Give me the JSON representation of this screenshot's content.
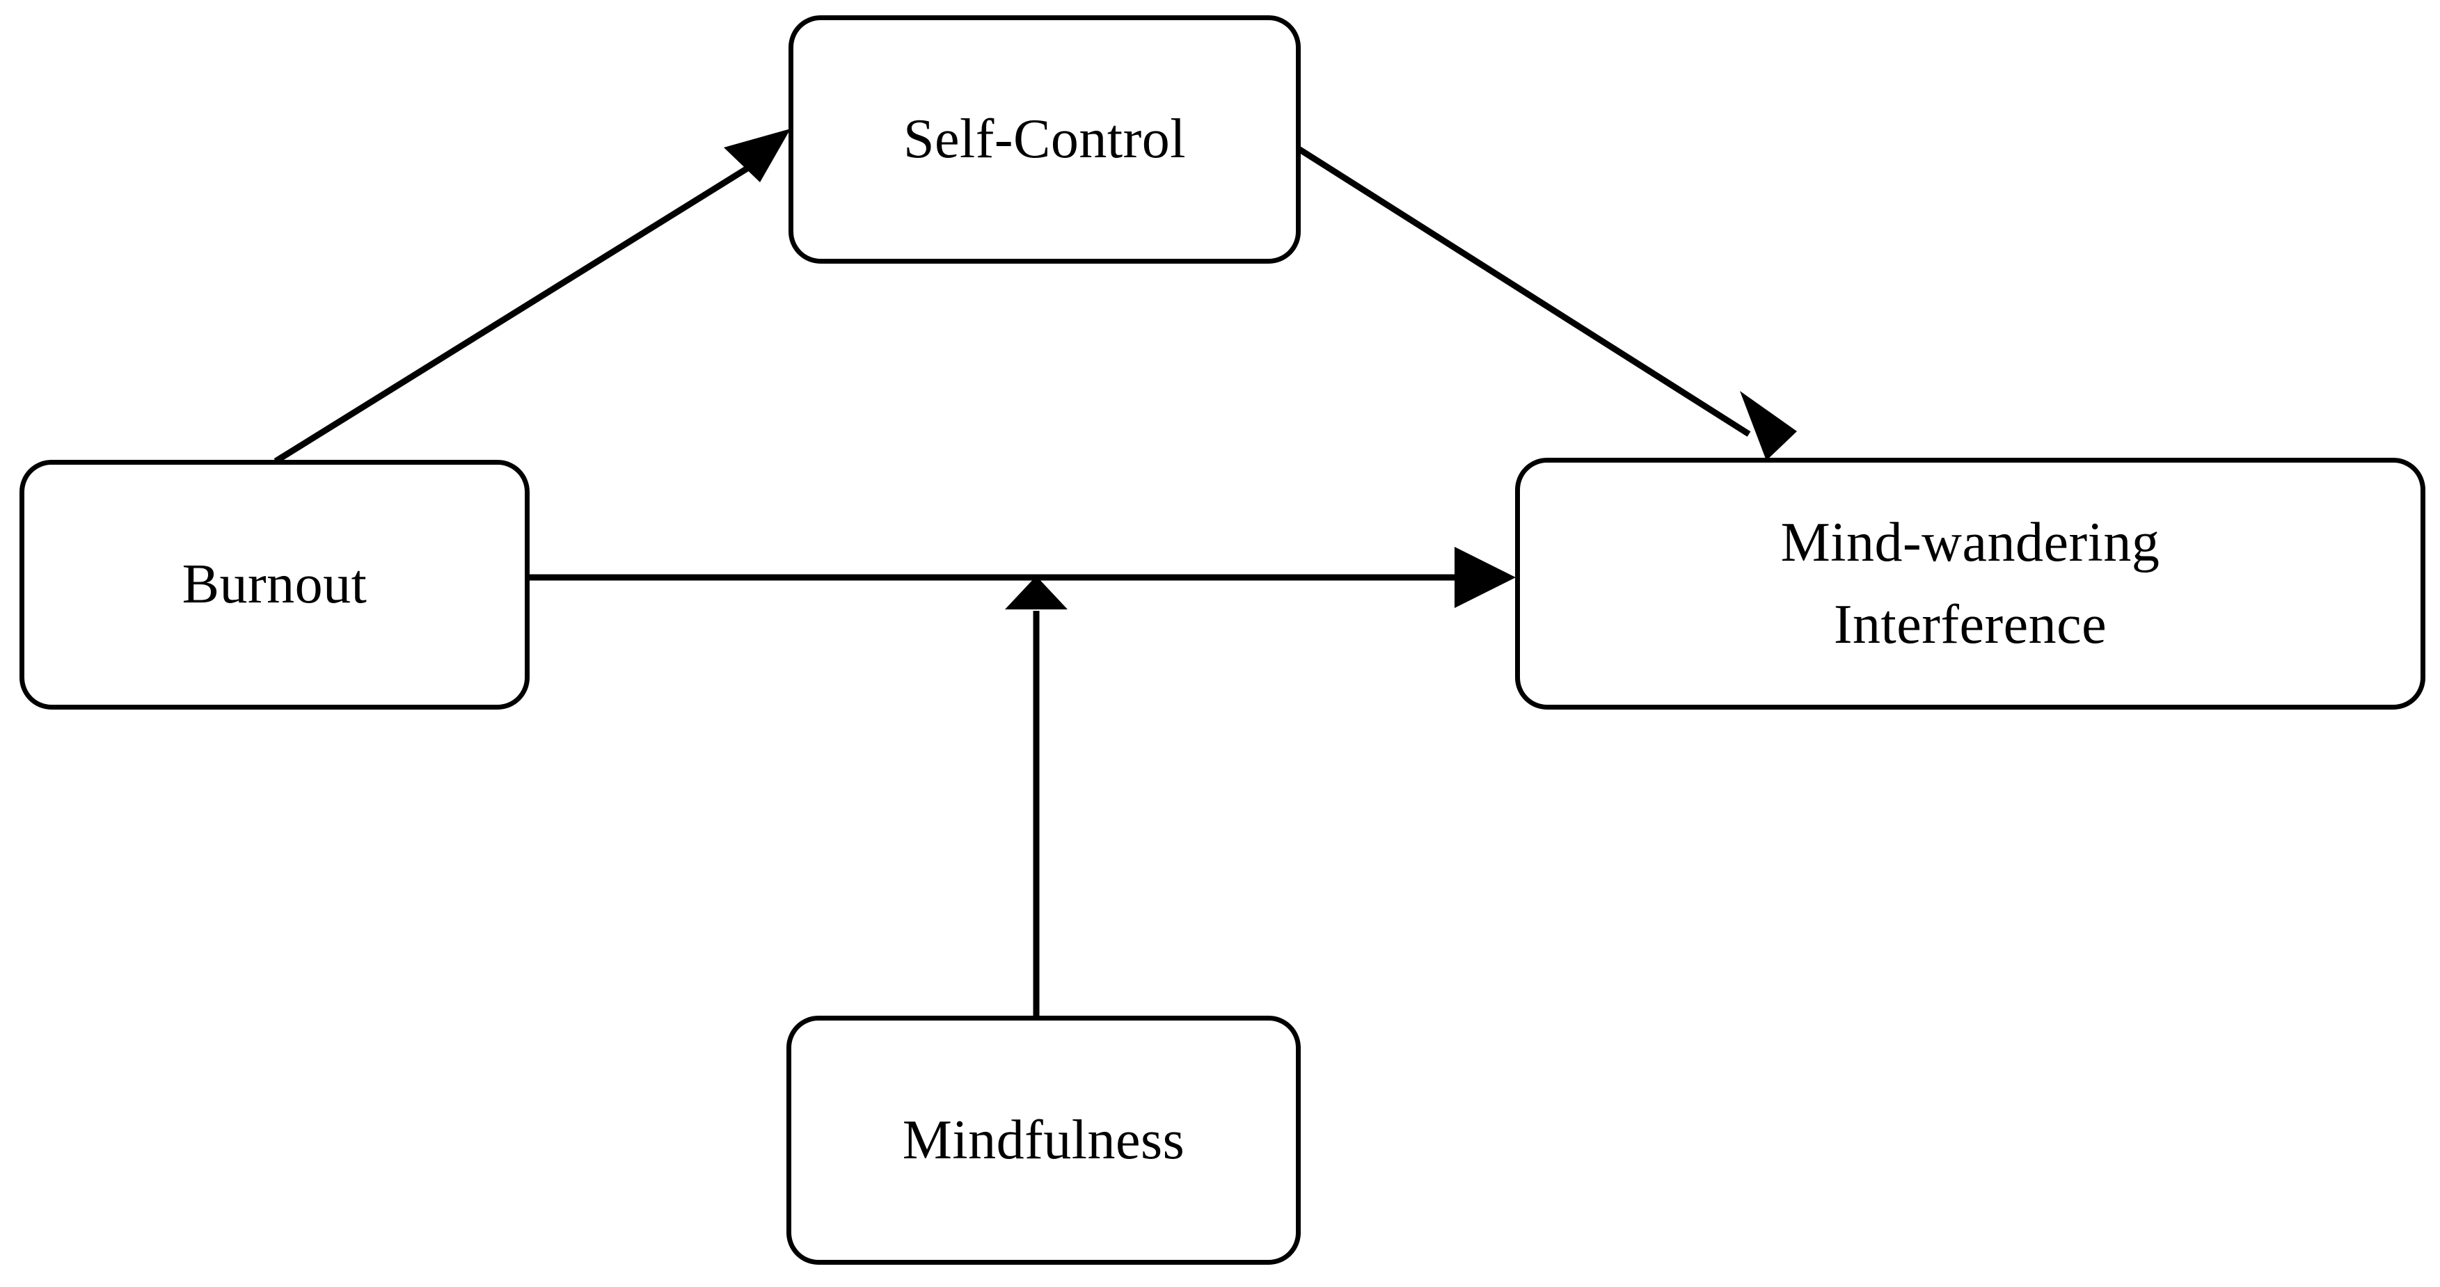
{
  "diagram": {
    "type": "path-model",
    "background_color": "#ffffff",
    "stroke_color": "#000000",
    "nodes": [
      {
        "id": "self-control",
        "label": "Self-Control",
        "role": "mediator"
      },
      {
        "id": "burnout",
        "label": "Burnout",
        "role": "predictor"
      },
      {
        "id": "mind-wandering",
        "label": "Mind-wandering\nInterference",
        "role": "outcome"
      },
      {
        "id": "mindfulness",
        "label": "Mindfulness",
        "role": "moderator"
      }
    ],
    "edges": [
      {
        "id": "burnout-to-self-control",
        "from": "burnout",
        "to": "self-control",
        "style": "solid-arrow"
      },
      {
        "id": "self-control-to-mind-wandering",
        "from": "self-control",
        "to": "mind-wandering",
        "style": "solid-arrow"
      },
      {
        "id": "burnout-to-mind-wandering",
        "from": "burnout",
        "to": "mind-wandering",
        "style": "solid-arrow"
      },
      {
        "id": "mindfulness-to-burnout-path",
        "from": "mindfulness",
        "to": "burnout-to-mind-wandering",
        "style": "solid-arrow-moderation"
      }
    ]
  }
}
